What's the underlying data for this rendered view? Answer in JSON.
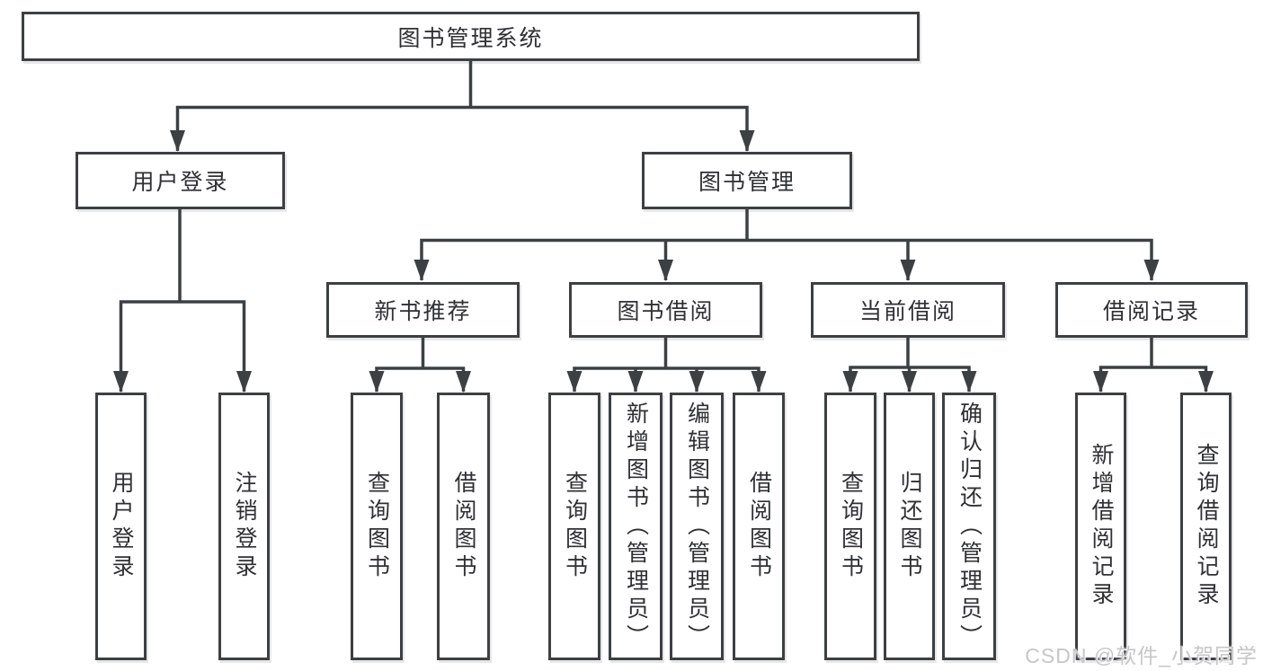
{
  "tree": {
    "label": "图书管理系统",
    "children": [
      {
        "label": "用户登录",
        "children": [
          {
            "label": "用户登录"
          },
          {
            "label": "注销登录"
          }
        ]
      },
      {
        "label": "图书管理",
        "children": [
          {
            "label": "新书推荐",
            "children": [
              {
                "label": "查询图书"
              },
              {
                "label": "借阅图书"
              }
            ]
          },
          {
            "label": "图书借阅",
            "children": [
              {
                "label": "查询图书"
              },
              {
                "label": "新增图书（管理员）"
              },
              {
                "label": "编辑图书（管理员）"
              },
              {
                "label": "借阅图书"
              }
            ]
          },
          {
            "label": "当前借阅",
            "children": [
              {
                "label": "查询图书"
              },
              {
                "label": "归还图书"
              },
              {
                "label": "确认归还（管理员）"
              }
            ]
          },
          {
            "label": "借阅记录",
            "children": [
              {
                "label": "新增借阅记录"
              },
              {
                "label": "查询借阅记录"
              }
            ]
          }
        ]
      }
    ]
  },
  "watermark": {
    "text": "CSDN @软件_小贺同学"
  },
  "colors": {
    "line": "#3d4043",
    "text": "#2e3033",
    "watermark": "#c7c7c7",
    "background": "#ffffff"
  }
}
